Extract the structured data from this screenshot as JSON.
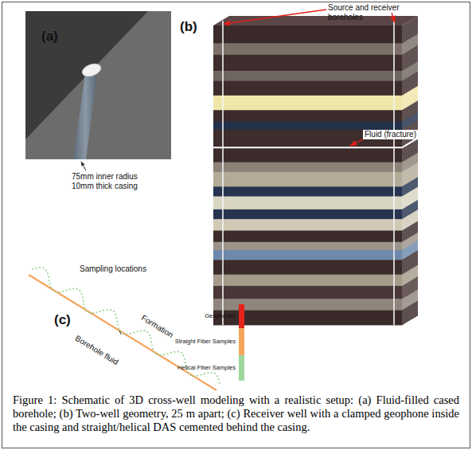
{
  "diagram": {
    "caption": "Figure 1: Schematic of 3D cross-well modeling with a realistic setup: (a) Fluid-filled cased borehole; (b) Two-well geometry, 25 m apart; (c) Receiver well with a clamped geophone inside the casing and straight/helical DAS cemented behind the casing.",
    "labels": [
      "(a)",
      "75mm inner radius 10mm thick casing",
      "(b)",
      "Source and receiver boreholes",
      "Fluid (fracture)",
      "Sampling locations",
      "(c)",
      "Formation",
      "Borehole fluid"
    ],
    "legend": [
      {
        "text": "Geophones",
        "color": "#e3231c"
      },
      {
        "text": "Straight Fiber Samples",
        "color": "#f6a45c"
      },
      {
        "text": "Helical Fiber Samples",
        "color": "#9fd79b"
      }
    ]
  }
}
